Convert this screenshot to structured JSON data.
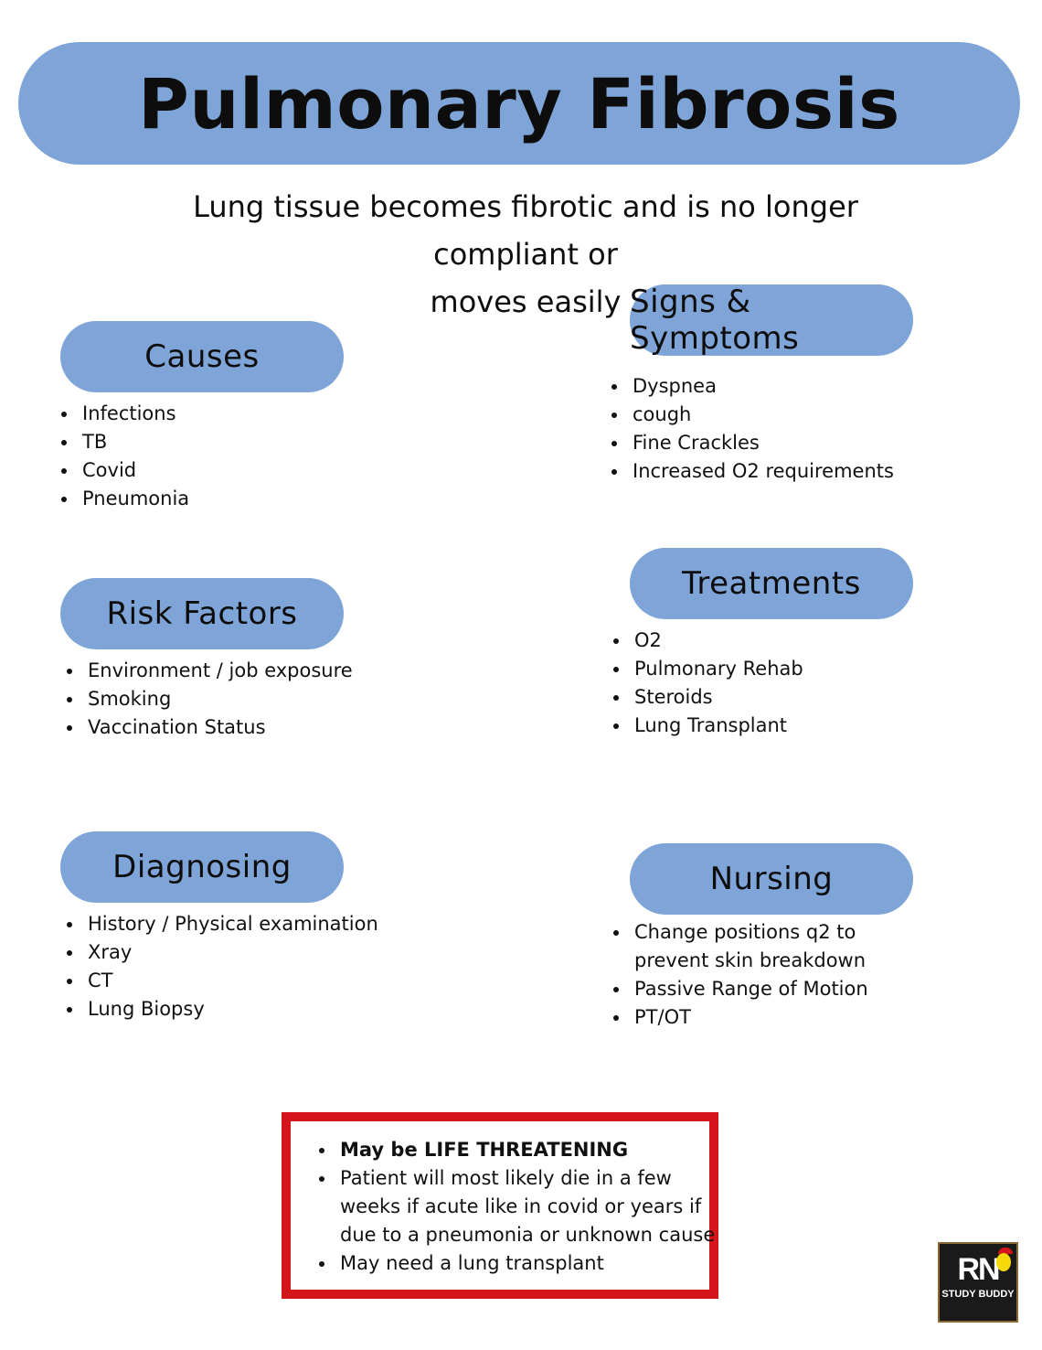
{
  "title": "Pulmonary Fibrosis",
  "subtitle_line1": "Lung tissue becomes fibrotic and is no longer compliant or",
  "subtitle_line2": "moves easily",
  "causes": {
    "heading": "Causes",
    "items": [
      "Infections",
      "TB",
      "Covid",
      "Pneumonia"
    ]
  },
  "risk_factors": {
    "heading": "Risk Factors",
    "items": [
      "Environment / job exposure",
      "Smoking",
      "Vaccination Status"
    ]
  },
  "diagnosing": {
    "heading": "Diagnosing",
    "items": [
      "History / Physical examination",
      "Xray",
      "CT",
      "Lung Biopsy"
    ]
  },
  "signs_symptoms": {
    "heading": "Signs & Symptoms",
    "items": [
      "Dyspnea",
      "cough",
      "Fine Crackles",
      "Increased O2 requirements"
    ]
  },
  "treatments": {
    "heading": "Treatments",
    "items": [
      "O2",
      "Pulmonary Rehab",
      "Steroids",
      "Lung Transplant"
    ]
  },
  "nursing": {
    "heading": "Nursing",
    "items": [
      "Change positions q2 to prevent skin breakdown",
      "Passive Range of Motion",
      "PT/OT"
    ]
  },
  "alert": {
    "items": [
      "May be LIFE THREATENING",
      "Patient will most likely die in a few weeks if acute like in covid or years if due to a pneumonia or unknown cause",
      "May need a lung transplant"
    ]
  },
  "logo": {
    "top": "RN",
    "bottom": "STUDY BUDDY"
  },
  "colors": {
    "pill": "#7fa5d8",
    "alert_border": "#d4161c"
  }
}
